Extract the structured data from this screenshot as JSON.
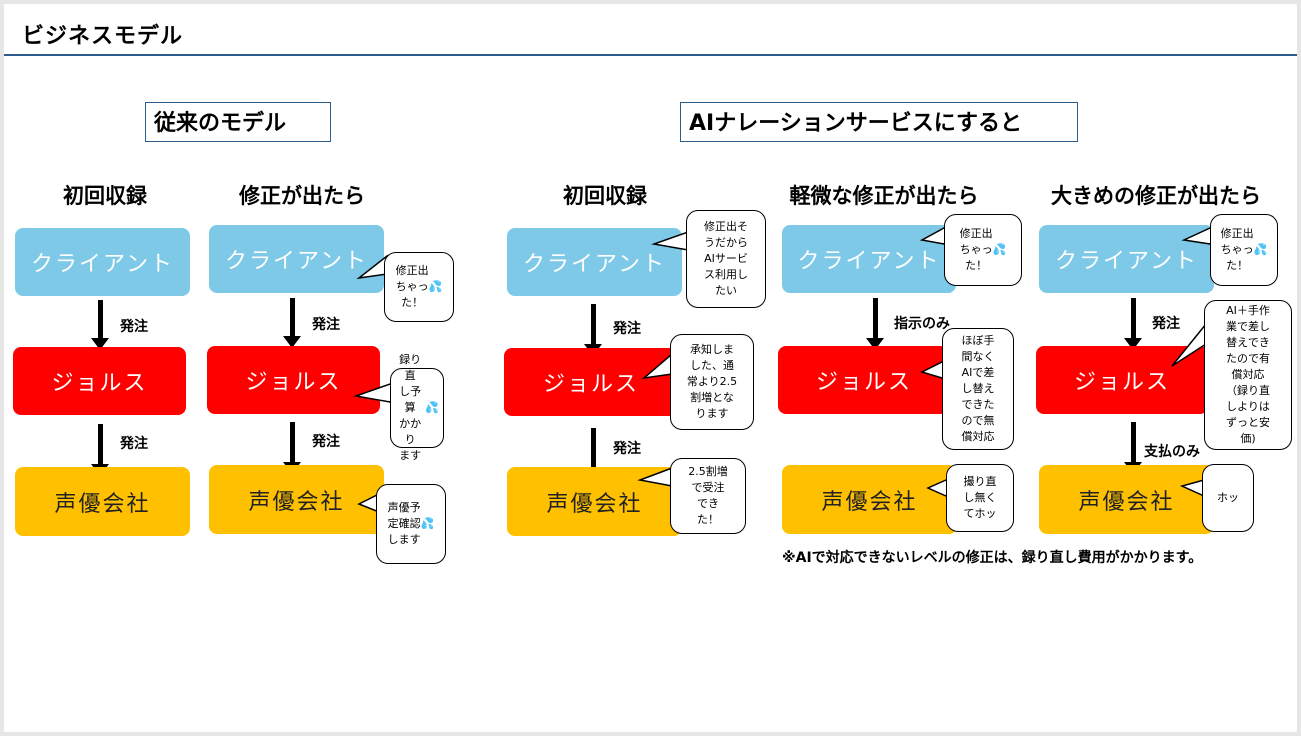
{
  "slide": {
    "title": "ビジネスモデル",
    "footnote": "※AIで対応できないレベルの修正は、録り直し費用がかかります。"
  },
  "sections": {
    "traditional": "従来のモデル",
    "ai": "AIナレーションサービスにすると"
  },
  "columns": [
    {
      "heading": "初回収録",
      "client": "クライアント",
      "middle": "ジョルス",
      "bottom": "声優会社",
      "arrow1": "発注",
      "arrow2": "発注",
      "bubbles": []
    },
    {
      "heading": "修正が出たら",
      "client": "クライアント",
      "middle": "ジョルス",
      "bottom": "声優会社",
      "arrow1": "発注",
      "arrow2": "発注",
      "bubbles": [
        "修正出\nちゃっ\nた！",
        "録り直\nし予算\nかかり\nます",
        "声優予\n定確認\nします"
      ]
    },
    {
      "heading": "初回収録",
      "client": "クライアント",
      "middle": "ジョルス",
      "bottom": "声優会社",
      "arrow1": "発注",
      "arrow2": "発注",
      "bubbles": [
        "修正出そ\nうだから\nAIサービ\nス利用し\nたい",
        "承知しま\nした、通\n常より2.5\n割増とな\nります",
        "2.5割増\nで受注\nでき\nた！"
      ]
    },
    {
      "heading": "軽微な修正が出たら",
      "client": "クライアント",
      "middle": "ジョルス",
      "bottom": "声優会社",
      "arrow1": "指示のみ",
      "bubbles": [
        "修正出\nちゃっ\nた！",
        "ほぼ手\n間なく\nAIで差\nし替え\nできた\nので無\n償対応",
        "撮り直\nし無く\nてホッ"
      ]
    },
    {
      "heading": "大きめの修正が出たら",
      "client": "クライアント",
      "middle": "ジョルス",
      "bottom": "声優会社",
      "arrow1": "発注",
      "arrow2": "支払のみ",
      "bubbles": [
        "修正出\nちゃっ\nた！",
        "AI＋手作\n業で差し\n替えでき\nたので有\n償対応\n（録り直\nしよりは\nずっと安\n価)",
        "ホッ"
      ]
    }
  ],
  "icons": {
    "sweat": "sweat-drops-icon",
    "sweat_glyph": "💦"
  },
  "colors": {
    "client": "#7ec8e8",
    "jols": "#ff0000",
    "voice": "#ffc000",
    "rule": "#2e5c8a",
    "sweat": "#2f8fd8"
  }
}
